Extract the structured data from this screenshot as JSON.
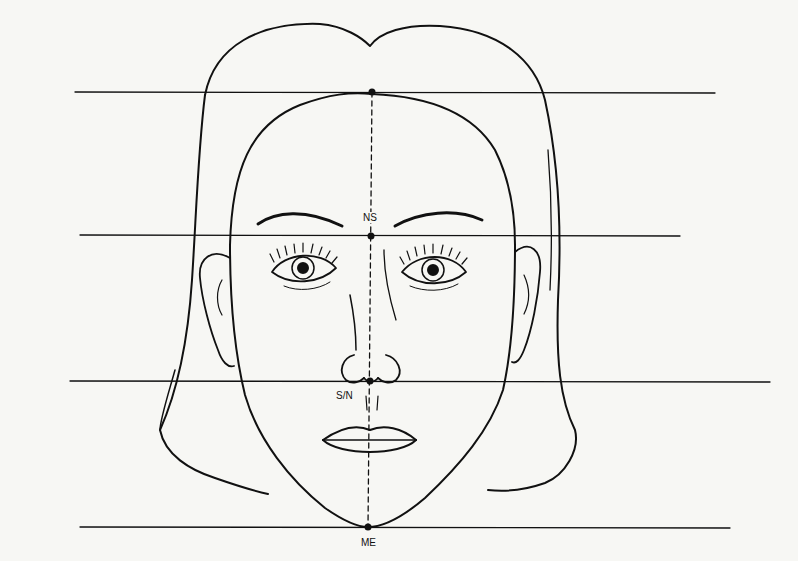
{
  "diagram": {
    "labels": [
      "NS",
      "S/N",
      "ME"
    ]
  }
}
